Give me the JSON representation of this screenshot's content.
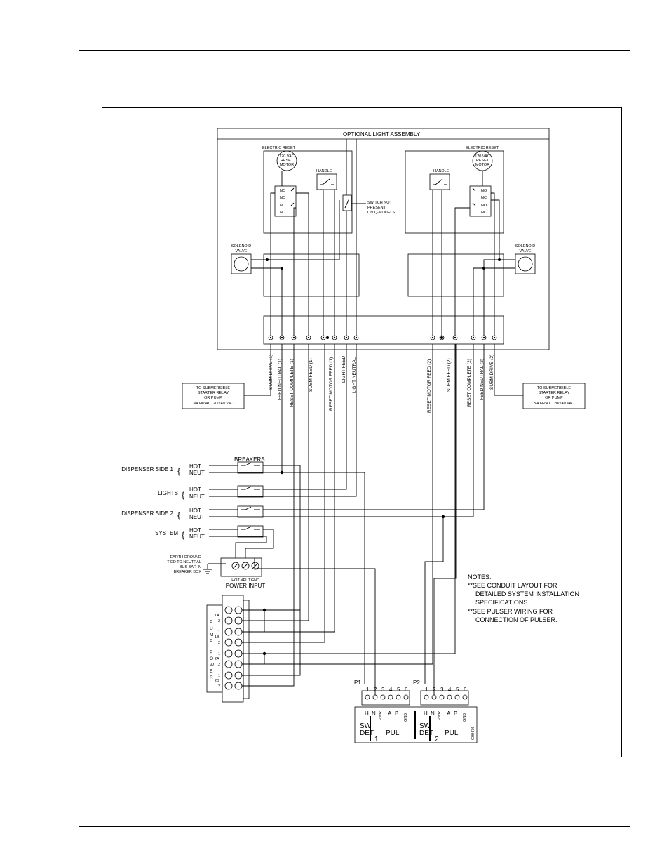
{
  "assembly": {
    "title": "OPTIONAL LIGHT ASSEMBLY",
    "electric_reset": "ELECTRIC RESET",
    "motor_label": [
      "120 VAC",
      "RESET",
      "MOTOR"
    ],
    "handle": "HANDLE",
    "switch_note": [
      "SWITCH NOT",
      "PRESENT",
      "ON Q-MODELS"
    ],
    "solenoid": [
      "SOLENOID",
      "VALVE"
    ],
    "contacts_left": [
      "NO",
      "NC",
      "NO",
      "NC"
    ],
    "contacts_right": [
      "NO",
      "NC",
      "NO",
      "NC"
    ]
  },
  "wires_left": [
    "SUBM DRIVE (1)",
    "FEED NEUTRAL (1)",
    "RESET COMPLETE (1)",
    "SUBM FEED (1)",
    "RESET MOTOR FEED (1)",
    "LIGHT FEED",
    "LIGHT NEUTRAL"
  ],
  "wires_right": [
    "RESET MOTOR FEED (2)",
    "SUBM FEED (2)",
    "RESET COMPLETE (2)",
    "FEED NEUTRAL (2)",
    "SUBM DRIVE (2)"
  ],
  "starter_box": [
    "TO SUBMERSIBLE",
    "STARTER RELAY",
    "OR PUMP",
    "3/4 HP AT 120/240 VAC"
  ],
  "breakers": {
    "title": "BREAKERS",
    "groups": [
      {
        "label": "DISPENSER SIDE 1",
        "hot": "HOT",
        "neut": "NEUT"
      },
      {
        "label": "LIGHTS",
        "hot": "HOT",
        "neut": "NEUT"
      },
      {
        "label": "DISPENSER SIDE 2",
        "hot": "HOT",
        "neut": "NEUT"
      },
      {
        "label": "SYSTEM",
        "hot": "HOT",
        "neut": "NEUT"
      }
    ]
  },
  "ground": [
    "EARTH GROUND",
    "TIED TO NEUTRAL",
    "BUS BAR IN",
    "BREAKER BOX"
  ],
  "power_input": {
    "title": "POWER INPUT",
    "terms": [
      "HOT",
      "NEUT",
      "GND"
    ]
  },
  "pump_power": {
    "letters": [
      "P",
      "U",
      "M",
      "P",
      "",
      "P",
      "O",
      "W",
      "E",
      "R"
    ],
    "groups": [
      "1A",
      "1B",
      "2A",
      "2B"
    ],
    "pins": [
      "1",
      "2",
      "1",
      "2",
      "1",
      "2",
      "1",
      "2"
    ]
  },
  "notes": {
    "title": "NOTES:",
    "lines": [
      "**SEE CONDUIT LAYOUT FOR",
      "DETAILED SYSTEM INSTALLATION",
      "SPECIFICATIONS.",
      "**SEE PULSER WIRING FOR",
      "CONNECTION OF PULSER."
    ]
  },
  "connectors": {
    "p1": "P1",
    "p2": "P2",
    "pins": [
      "1",
      "2",
      "3",
      "4",
      "5",
      "6"
    ],
    "sig": [
      "H",
      "N",
      "PWR",
      "A",
      "B",
      "GND"
    ],
    "sw": "SW",
    "det": "DET",
    "pul": "PUL",
    "num1": "1",
    "num2": "2",
    "code": "C00476"
  }
}
